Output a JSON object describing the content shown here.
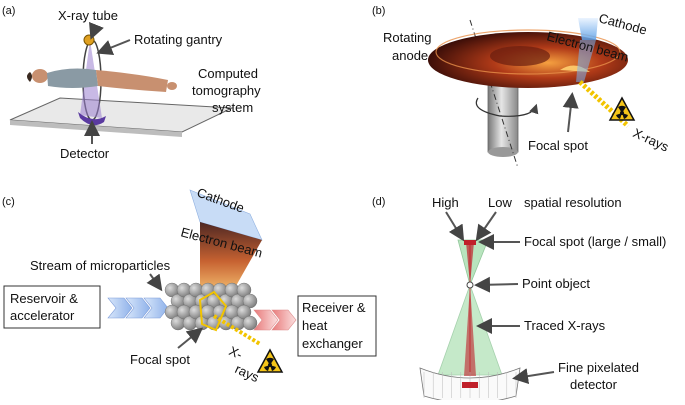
{
  "panels": [
    {
      "letter": "(a)",
      "labels": {
        "xray_tube": "X-ray tube",
        "rotating_gantry": "Rotating gantry",
        "computed": "Computed",
        "tomography": "tomography",
        "system": "system",
        "detector": "Detector"
      }
    },
    {
      "letter": "(b)",
      "labels": {
        "cathode": "Cathode",
        "rotating": "Rotating",
        "anode": "anode",
        "electron_beam": "Electron beam",
        "focal_spot": "Focal spot",
        "xrays": "X-rays"
      }
    },
    {
      "letter": "(c)",
      "labels": {
        "cathode": "Cathode",
        "electron_beam": "Electron beam",
        "stream": "Stream of microparticles",
        "reservoir_1": "Reservoir &",
        "reservoir_2": "accelerator",
        "receiver_1": "Receiver &",
        "receiver_2": "heat",
        "receiver_3": "exchanger",
        "focal_spot": "Focal spot",
        "xrays_1": "X-",
        "xrays_2": "rays"
      }
    },
    {
      "letter": "(d)",
      "labels": {
        "high": "High",
        "low": "Low",
        "spatial_resolution": "spatial resolution",
        "focal_spot": "Focal spot (large / small)",
        "point_object": "Point object",
        "traced_xrays": "Traced X-rays",
        "fine_pixelated": "Fine pixelated",
        "detector": "detector"
      }
    }
  ],
  "colors": {
    "beam_green": "#7fcf8a",
    "beam_red": "#c0202a",
    "anode_dark": "#5a1a10",
    "anode_orange": "#e0702a",
    "xray_yellow": "#f2c400",
    "cathode_blue": "#6aa8e8",
    "arrow_blue": "#a8c4ef",
    "arrow_red": "#f2a0a0",
    "particle_gray": "#9a9a9a",
    "hazard_yellow": "#f5c518"
  },
  "icons": [
    "radiation-hazard-icon",
    "pointer-arrow-icon"
  ]
}
